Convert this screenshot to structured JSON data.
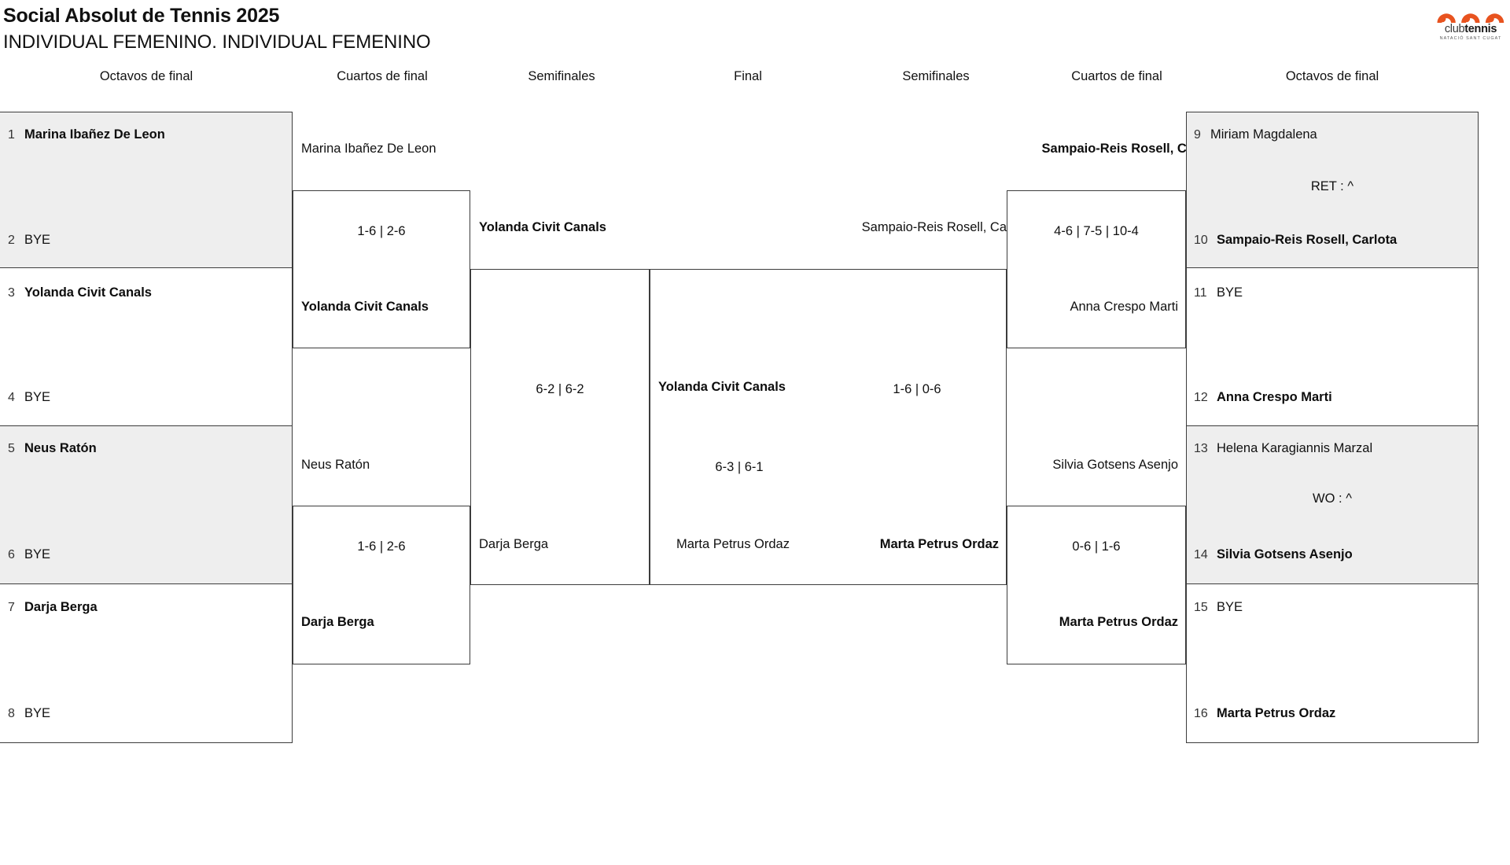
{
  "header": {
    "tournament": "Social Absolut de Tennis 2025",
    "category": "INDIVIDUAL FEMENINO. INDIVIDUAL FEMENINO"
  },
  "logo": {
    "word_light": "club",
    "word_bold": "tennis",
    "subtitle": "NATACIÓ SANT CUGAT",
    "accent_color": "#E8531F"
  },
  "rounds": {
    "left_r16": "Octavos de final",
    "left_qf": "Cuartos de final",
    "left_sf": "Semifinales",
    "final": "Final",
    "right_sf": "Semifinales",
    "right_qf": "Cuartos de final",
    "right_r16": "Octavos de final"
  },
  "bracket": {
    "left": {
      "r16": [
        {
          "seed": "1",
          "name": "Marina Ibañez De Leon",
          "winner": true,
          "bye": false
        },
        {
          "seed": "2",
          "name": "BYE",
          "winner": false,
          "bye": true
        },
        {
          "seed": "3",
          "name": "Yolanda Civit Canals",
          "winner": true,
          "bye": false
        },
        {
          "seed": "4",
          "name": "BYE",
          "winner": false,
          "bye": true
        },
        {
          "seed": "5",
          "name": "Neus Ratón",
          "winner": true,
          "bye": false
        },
        {
          "seed": "6",
          "name": "BYE",
          "winner": false,
          "bye": true
        },
        {
          "seed": "7",
          "name": "Darja Berga",
          "winner": true,
          "bye": false
        },
        {
          "seed": "8",
          "name": "BYE",
          "winner": false,
          "bye": true
        }
      ],
      "qf": [
        {
          "top": "Marina Ibañez De Leon",
          "score": "1-6 | 2-6",
          "bottom": "Yolanda Civit Canals"
        },
        {
          "top": "Neus Ratón",
          "score": "1-6 | 2-6",
          "bottom": "Darja Berga"
        }
      ],
      "sf": [
        {
          "top": "Yolanda Civit Canals",
          "score": "6-2 | 6-2",
          "bottom": "Darja Berga"
        }
      ]
    },
    "final": {
      "top": "Yolanda Civit Canals",
      "score": "6-3 | 6-1",
      "bottom": "Marta Petrus Ordaz"
    },
    "right": {
      "sf": [
        {
          "top": "Sampaio-Reis Rosell, Ca",
          "score": "1-6 | 0-6",
          "bottom": "Marta Petrus Ordaz"
        }
      ],
      "qf": [
        {
          "top": "Sampaio-Reis Rosell, Ca",
          "score": "4-6 | 7-5 | 10-4",
          "bottom": "Anna Crespo Marti"
        },
        {
          "top": "Silvia Gotsens Asenjo",
          "score": "0-6 | 1-6",
          "bottom": "Marta Petrus Ordaz"
        }
      ],
      "r16": [
        {
          "seed": "9",
          "name": "Miriam Magdalena",
          "winner": false,
          "bye": false
        },
        {
          "seed": "10",
          "name": "Sampaio-Reis Rosell, Carlota",
          "winner": true,
          "bye": false
        },
        {
          "seed": "11",
          "name": "BYE",
          "winner": false,
          "bye": true
        },
        {
          "seed": "12",
          "name": "Anna Crespo Marti",
          "winner": true,
          "bye": false
        },
        {
          "seed": "13",
          "name": "Helena Karagiannis Marzal",
          "winner": false,
          "bye": false
        },
        {
          "seed": "14",
          "name": "Silvia Gotsens Asenjo",
          "winner": true,
          "bye": false
        },
        {
          "seed": "15",
          "name": "BYE",
          "winner": false,
          "bye": true
        },
        {
          "seed": "16",
          "name": "Marta Petrus Ordaz",
          "winner": true,
          "bye": false
        }
      ],
      "r16_markers": [
        {
          "text": "RET : ^"
        },
        {
          "text": "WO : ^"
        }
      ]
    }
  }
}
